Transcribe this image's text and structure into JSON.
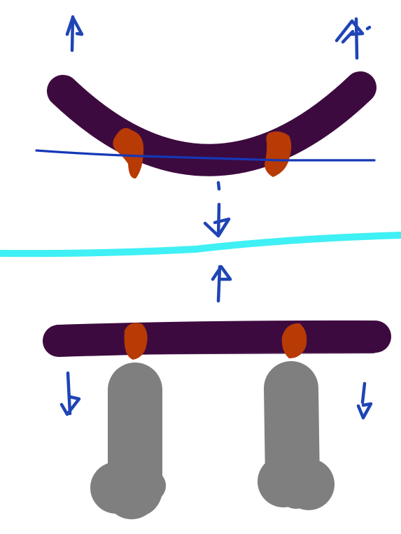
{
  "figure": {
    "background": "#ffffff",
    "colors": {
      "bar": "#3d0a3f",
      "clamp": "#b83a05",
      "arrow": "#1f44b5",
      "reference_line": "#1538b8",
      "surface": "#3ff0f5",
      "support": "#7f7f7f"
    },
    "panels": [
      {
        "id": "curved-state",
        "bar_shape": "curved",
        "clamp_count": 2,
        "outer_arrow_direction": "up",
        "center_arrow_direction": "down",
        "has_reference_line": true
      },
      {
        "id": "flat-state",
        "bar_shape": "straight",
        "clamp_count": 2,
        "outer_arrow_direction": "down",
        "center_arrow_direction": "up",
        "support_count": 2
      }
    ]
  }
}
